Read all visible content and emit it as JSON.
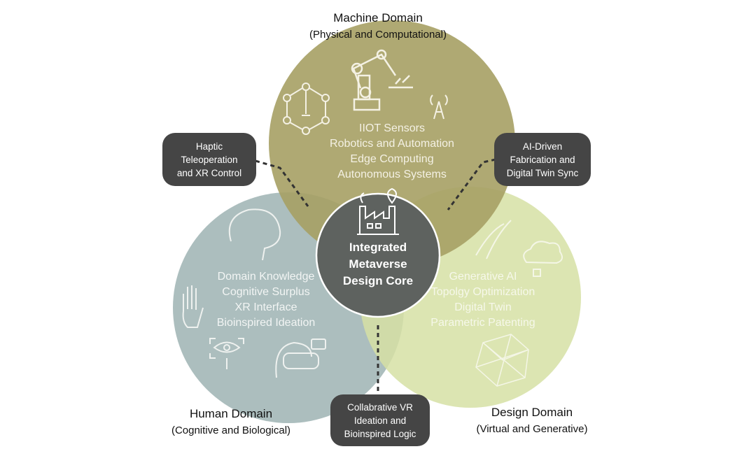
{
  "domains": {
    "machine": {
      "title": "Machine Domain",
      "subtitle": "(Physical and Computational)",
      "items": [
        "IIOT Sensors",
        "Robotics and Automation",
        "Edge Computing",
        "Autonomous Systems"
      ],
      "color": "#a6a064"
    },
    "human": {
      "title": "Human Domain",
      "subtitle": "(Cognitive and Biological)",
      "items": [
        "Domain Knowledge",
        "Cognitive Surplus",
        "XR Interface",
        "Bioinspired Ideation"
      ],
      "color": "#a8bbba"
    },
    "design": {
      "title": "Design Domain",
      "subtitle": "(Virtual and Generative)",
      "items": [
        "Generative AI",
        "Topolgy Optimization",
        "Digital Twin",
        "Parametric Patenting"
      ],
      "color": "#d6e1a4"
    }
  },
  "core": {
    "lines": [
      "Integrated",
      "Metaverse",
      "Design Core"
    ],
    "color": "#5e625f"
  },
  "connectors": {
    "human_machine": [
      "Haptic",
      "Teleoperation",
      "and XR Control"
    ],
    "machine_design": [
      "AI-Driven",
      "Fabrication and",
      "Digital Twin Sync"
    ],
    "human_design": [
      "Collabrative VR",
      "Ideation and",
      "Bioinspired Logic"
    ]
  }
}
